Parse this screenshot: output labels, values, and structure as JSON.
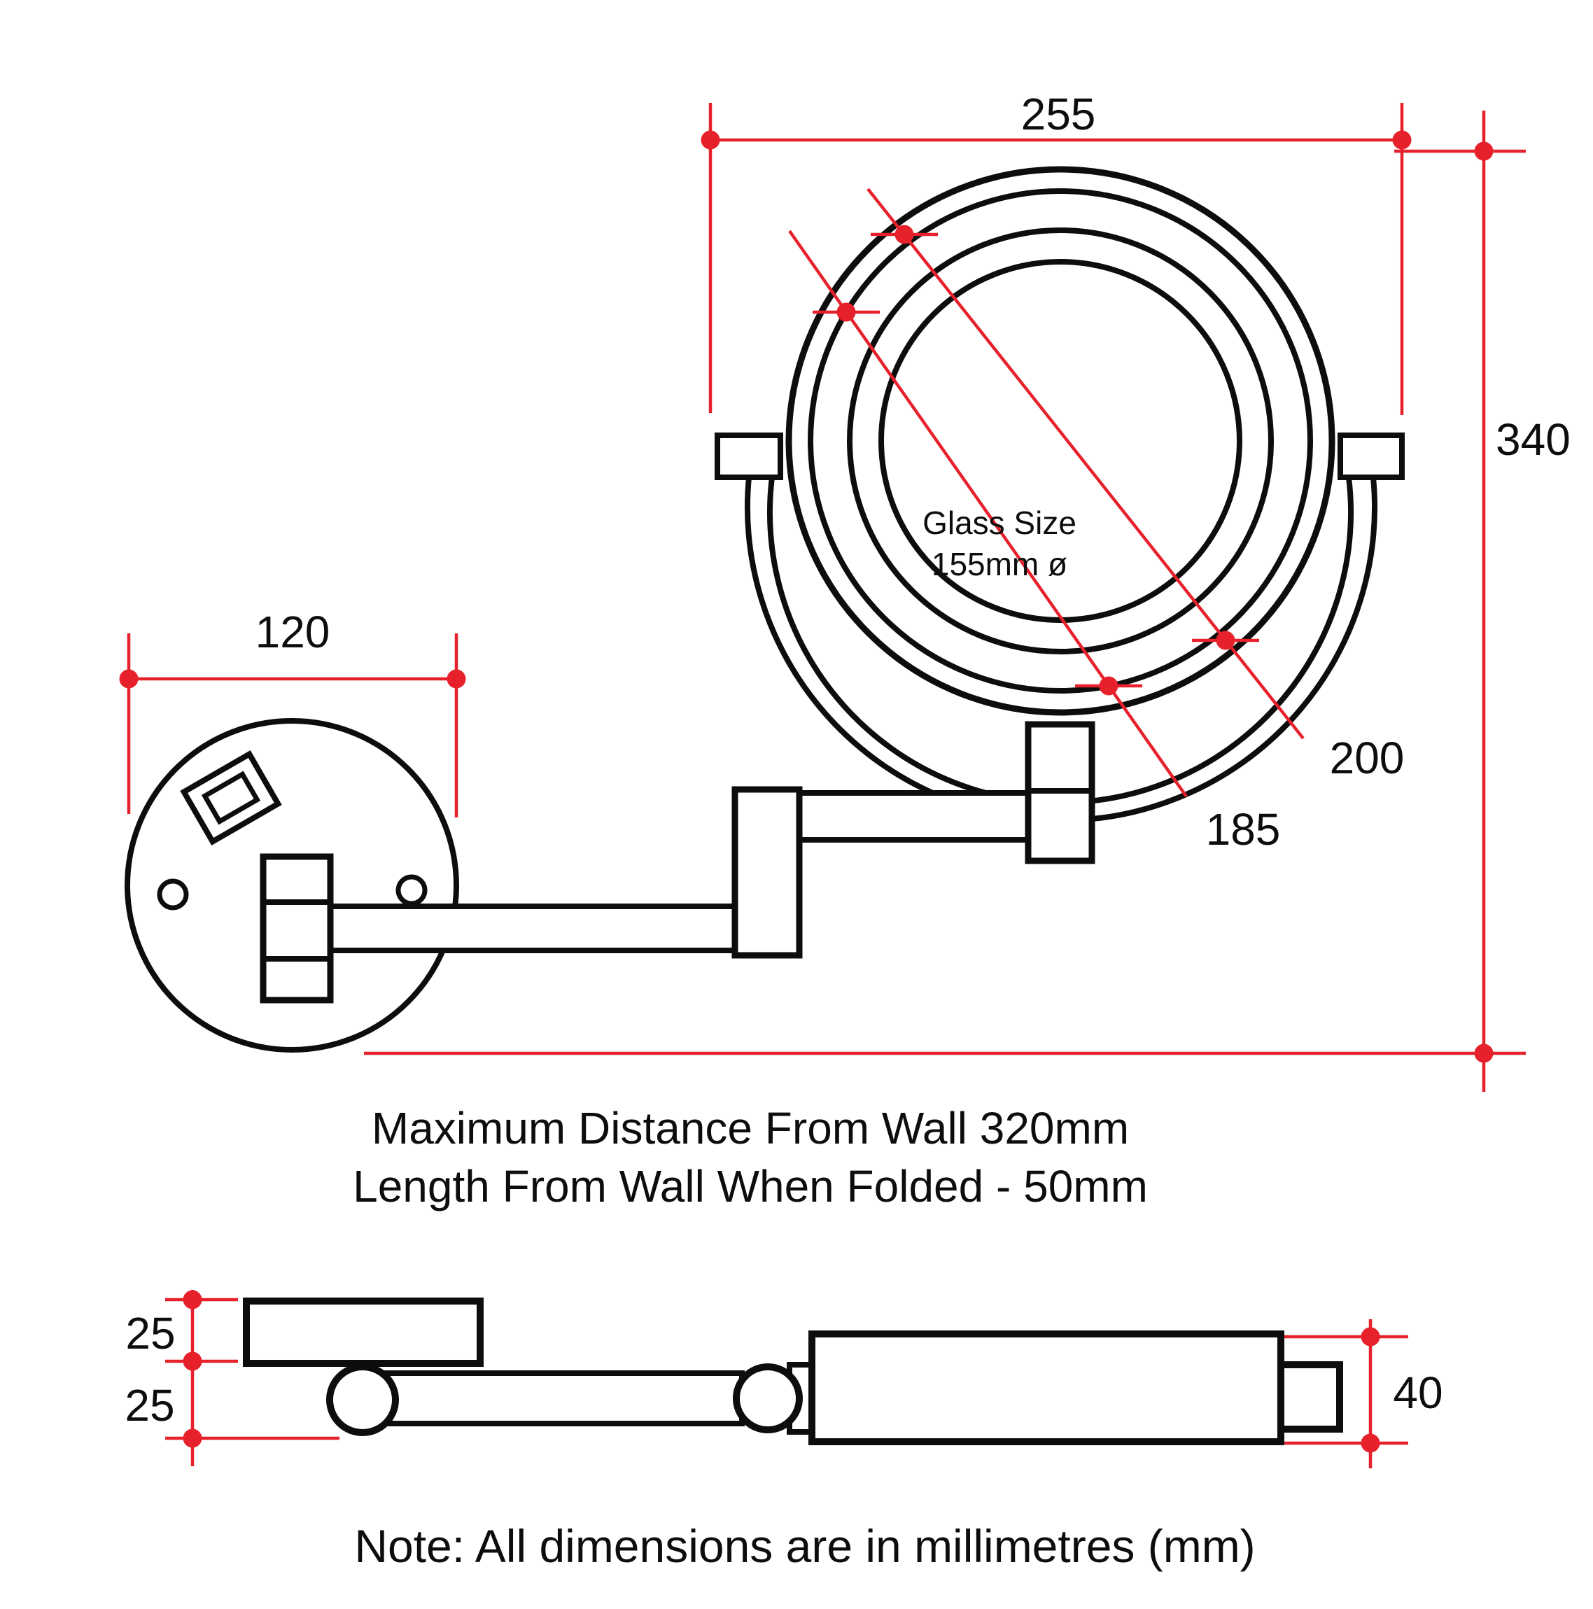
{
  "colors": {
    "red": "#e6212b",
    "black": "#0d0d0d",
    "white": "#ffffff"
  },
  "front_view": {
    "dim_overall_width": "255",
    "dim_overall_height": "340",
    "dim_wall_plate_diameter": "120",
    "dim_mirror_outer_diameter": "200",
    "dim_mirror_inner_diameter": "185",
    "glass_label_line1": "Glass Size",
    "glass_label_line2": "155mm ø"
  },
  "side_view": {
    "dim_plate_thickness": "25",
    "dim_arm_thickness": "25",
    "dim_folded_depth": "40"
  },
  "captions": {
    "max_distance": "Maximum Distance From Wall 320mm",
    "folded_length": "Length From Wall When Folded - 50mm"
  },
  "note": "Note: All dimensions are in millimetres (mm)"
}
